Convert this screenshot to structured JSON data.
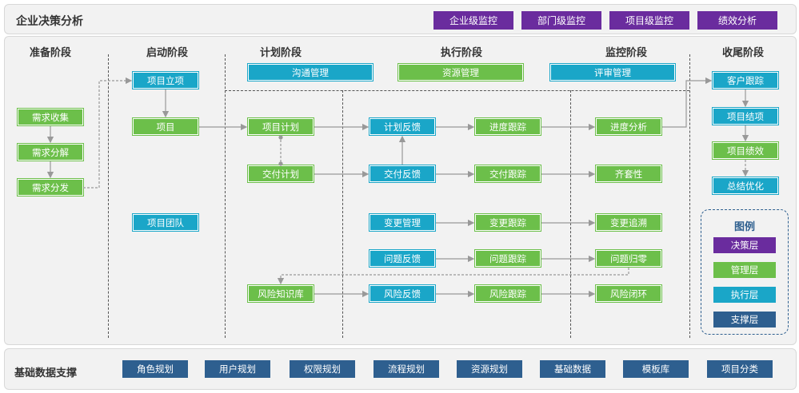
{
  "header": {
    "title": "企业决策分析",
    "buttons": [
      "企业级监控",
      "部门级监控",
      "项目级监控",
      "绩效分析"
    ]
  },
  "phases": [
    "准备阶段",
    "启动阶段",
    "计划阶段",
    "执行阶段",
    "监控阶段",
    "收尾阶段"
  ],
  "management": [
    "沟通管理",
    "资源管理",
    "评审管理"
  ],
  "nodes": {
    "prep": [
      "需求收集",
      "需求分解",
      "需求分发"
    ],
    "start": [
      "项目立项",
      "项目",
      "项目团队"
    ],
    "plan": [
      "项目计划",
      "交付计划",
      "风险知识库"
    ],
    "exec": [
      "计划反馈",
      "交付反馈",
      "变更管理",
      "问题反馈",
      "风险反馈"
    ],
    "track": [
      "进度跟踪",
      "交付跟踪",
      "变更跟踪",
      "问题跟踪",
      "风险跟踪"
    ],
    "monitor": [
      "进度分析",
      "齐套性",
      "变更追溯",
      "问题归零",
      "风险闭环"
    ],
    "close": [
      "客户跟踪",
      "项目结项",
      "项目绩效",
      "总结优化"
    ]
  },
  "legend": {
    "title": "图例",
    "items": [
      "决策层",
      "管理层",
      "执行层",
      "支撑层"
    ]
  },
  "footer": {
    "title": "基础数据支撑",
    "items": [
      "角色规划",
      "用户规划",
      "权限规划",
      "流程规划",
      "资源规划",
      "基础数据",
      "模板库",
      "项目分类"
    ]
  },
  "colors": {
    "decision": "#6a2c9e",
    "manage": "#6cbf4a",
    "execute": "#1aa6c8",
    "support": "#2e5f8f"
  }
}
